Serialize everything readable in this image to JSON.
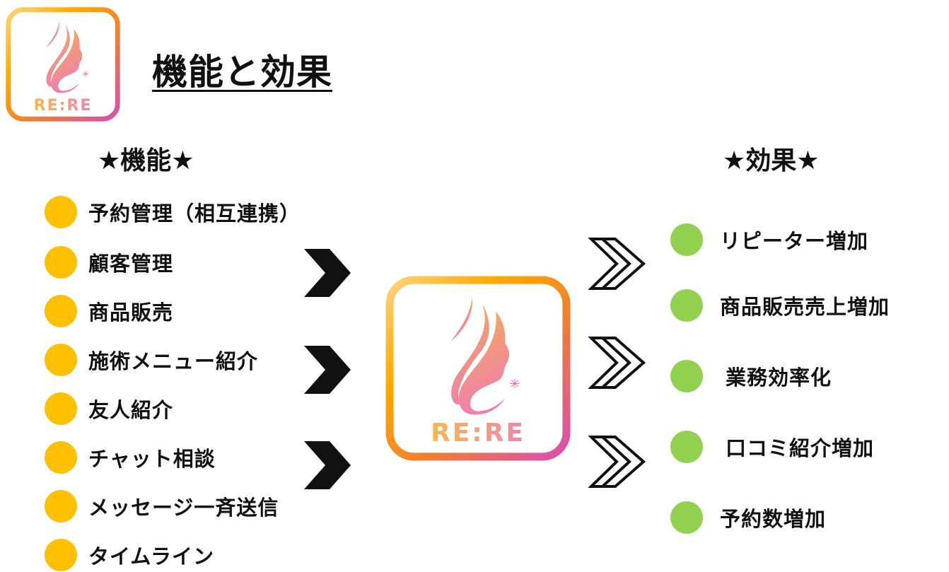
{
  "header": {
    "title": "機能と効果",
    "logo_text": "RE:RE"
  },
  "features": {
    "heading": "★機能★",
    "items": [
      "予約管理（相互連携）",
      "顧客管理",
      "商品販売",
      "施術メニュー紹介",
      "友人紹介",
      "チャット相談",
      "メッセージ一斉送信",
      "タイムライン"
    ]
  },
  "effects": {
    "heading": "★効果★",
    "items": [
      "リピーター増加",
      "商品販売売上増加",
      "業務効率化",
      "口コミ紹介増加",
      "予約数増加"
    ]
  },
  "colors": {
    "feature_dot": "#ffc000",
    "effect_dot": "#92d050"
  }
}
